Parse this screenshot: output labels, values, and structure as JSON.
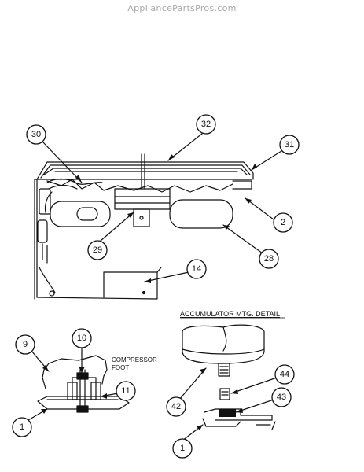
{
  "watermark": "AppliancePartsPros.com",
  "callouts": {
    "c30": "30",
    "c32": "32",
    "c31": "31",
    "c2": "2",
    "c29": "29",
    "c28": "28",
    "c14": "14",
    "c9": "9",
    "c10": "10",
    "c11": "11",
    "c1a": "1",
    "c42": "42",
    "c44": "44",
    "c43": "43",
    "c1b": "1"
  },
  "labels": {
    "accumulator_detail": "ACCUMULATOR MTG. DETAIL",
    "compressor_foot_line1": "COMPRESSOR",
    "compressor_foot_line2": "FOOT"
  }
}
